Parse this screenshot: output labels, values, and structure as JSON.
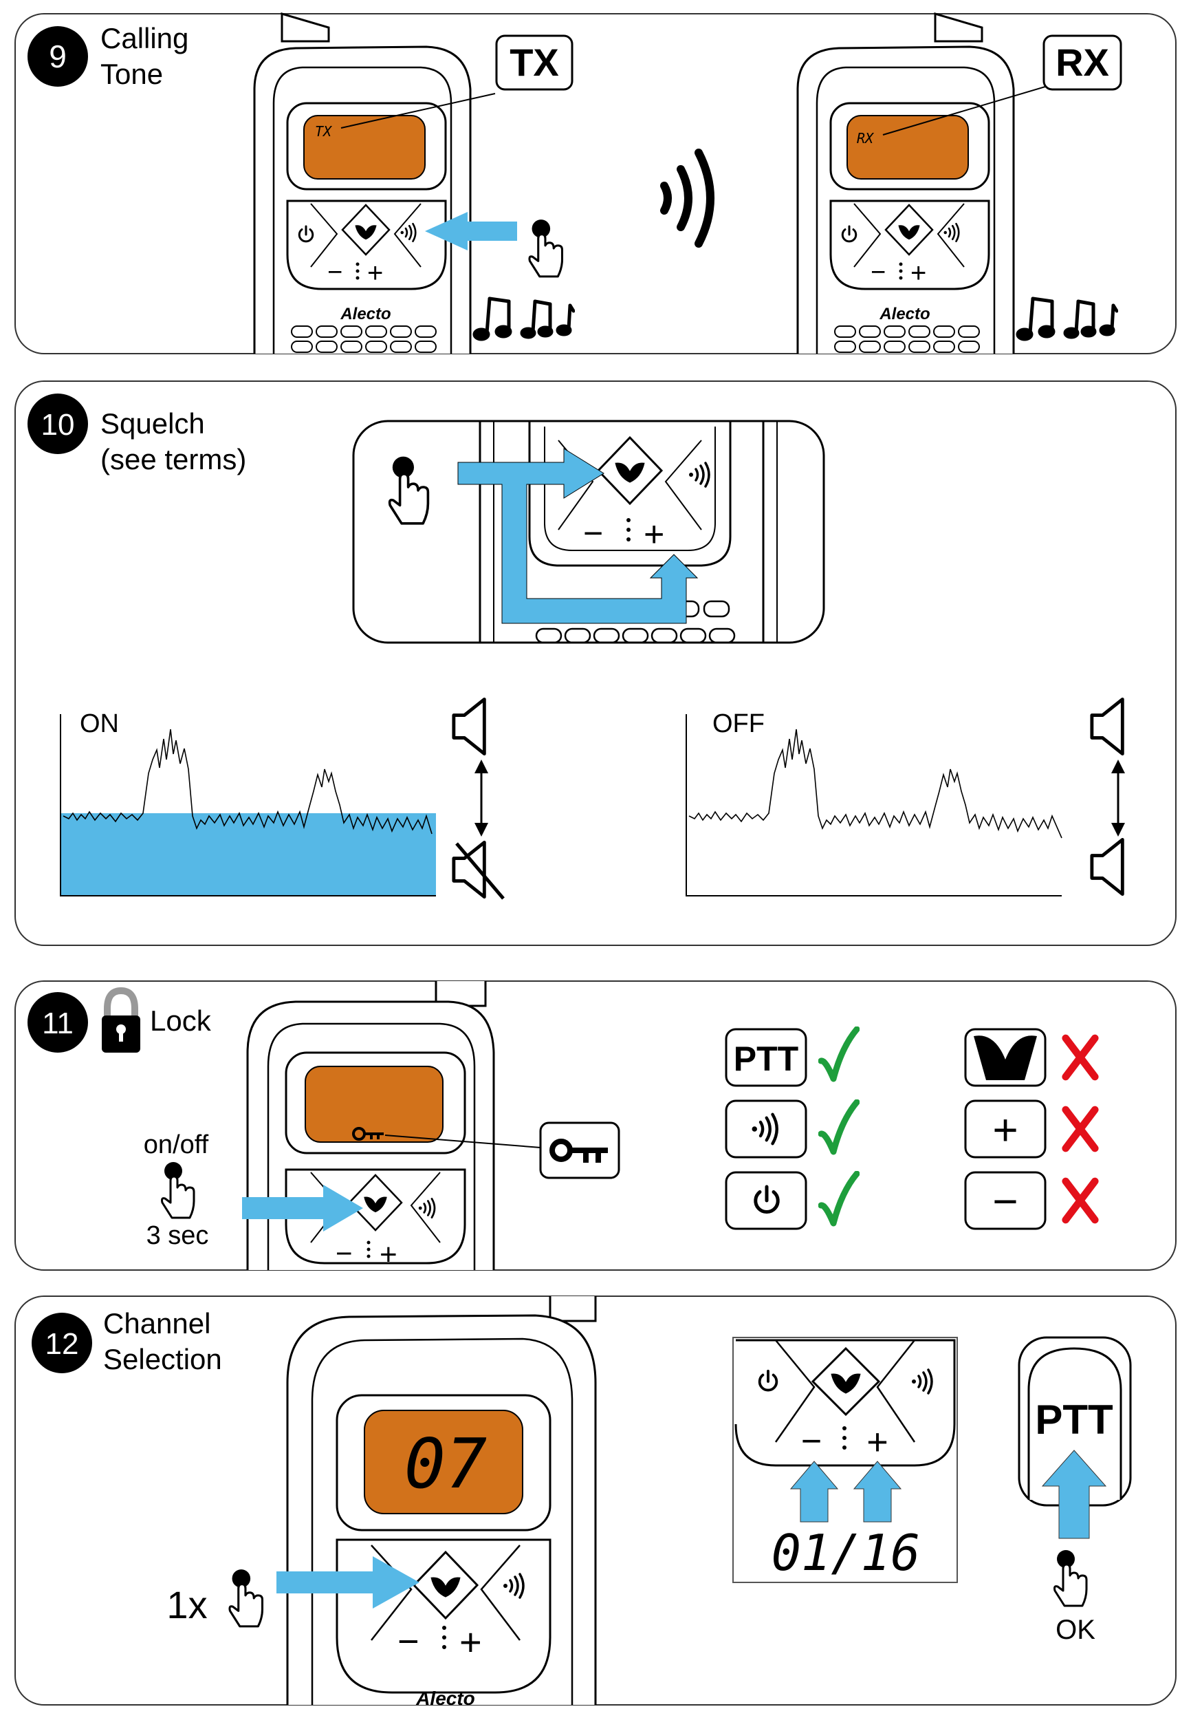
{
  "brand": "Alecto",
  "accent_color": "#56B8E6",
  "lcd_color": "#D2721B",
  "sections": [
    {
      "number": "9",
      "title_line1": "Calling",
      "title_line2": "Tone",
      "tx_label": "TX",
      "rx_label": "RX",
      "tx_display": "TX",
      "rx_display": "RX",
      "icons": [
        "power-icon",
        "menu-icon",
        "call-icon",
        "music-notes-icon",
        "waves-icon",
        "hand-press-icon"
      ]
    },
    {
      "number": "10",
      "title_line1": "Squelch",
      "title_line2": "(see terms)",
      "graph_on_label": "ON",
      "graph_off_label": "OFF",
      "icons": [
        "speaker-icon",
        "speaker-muted-icon",
        "hand-press-icon"
      ]
    },
    {
      "number": "11",
      "title": "Lock",
      "press_label": "on/off",
      "duration_label": "3 sec",
      "allowed": [
        {
          "key": "PTT",
          "status": "allowed"
        },
        {
          "key": "call-icon",
          "status": "allowed"
        },
        {
          "key": "power-icon",
          "status": "allowed"
        }
      ],
      "blocked": [
        {
          "key": "menu-icon",
          "status": "blocked"
        },
        {
          "key": "+",
          "status": "blocked"
        },
        {
          "key": "−",
          "status": "blocked"
        }
      ],
      "icons": [
        "padlock-icon",
        "key-icon",
        "check-icon",
        "cross-icon"
      ]
    },
    {
      "number": "12",
      "title_line1": "Channel",
      "title_line2": "Selection",
      "channel_display": "07",
      "press_count": "1x",
      "channel_range": "01/16",
      "ptt_label": "PTT",
      "ok_label": "OK",
      "plus": "+",
      "minus": "−"
    }
  ]
}
